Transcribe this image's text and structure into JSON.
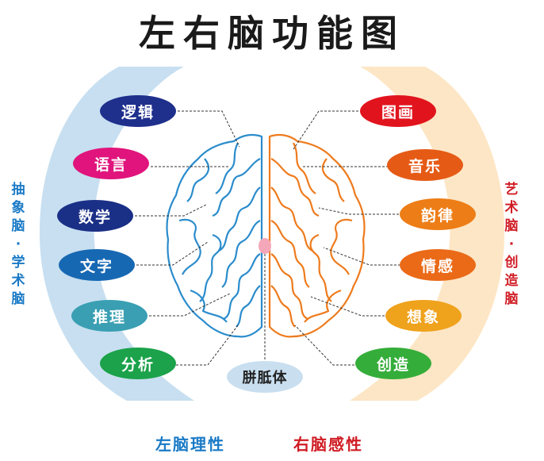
{
  "title": "左右脑功能图",
  "left_side_label": [
    "抽",
    "象",
    "脑",
    "·",
    "学",
    "术",
    "脑"
  ],
  "right_side_label": [
    "艺",
    "术",
    "脑",
    "·",
    "创",
    "造",
    "脑"
  ],
  "left_items": [
    {
      "label": "逻辑",
      "color": "#1e2f8c"
    },
    {
      "label": "语言",
      "color": "#e0147c"
    },
    {
      "label": "数学",
      "color": "#1a2f86"
    },
    {
      "label": "文字",
      "color": "#1768b3"
    },
    {
      "label": "推理",
      "color": "#3a9fb3"
    },
    {
      "label": "分析",
      "color": "#1ba24a"
    }
  ],
  "right_items": [
    {
      "label": "图画",
      "color": "#e1141d"
    },
    {
      "label": "音乐",
      "color": "#e55b16"
    },
    {
      "label": "韵律",
      "color": "#ed7d16"
    },
    {
      "label": "情感",
      "color": "#ea6a18"
    },
    {
      "label": "想象",
      "color": "#efa21c"
    },
    {
      "label": "创造",
      "color": "#35ad3a"
    }
  ],
  "center_label": "胼胝体",
  "bottom_left_label": "左脑理性",
  "bottom_right_label": "右脑感性",
  "colors": {
    "left_band": "#c7dff0",
    "right_band": "#fde6c5",
    "left_brain": "#2b8ccc",
    "right_brain": "#ee7b1d",
    "corpus": "#f4a7b9"
  }
}
